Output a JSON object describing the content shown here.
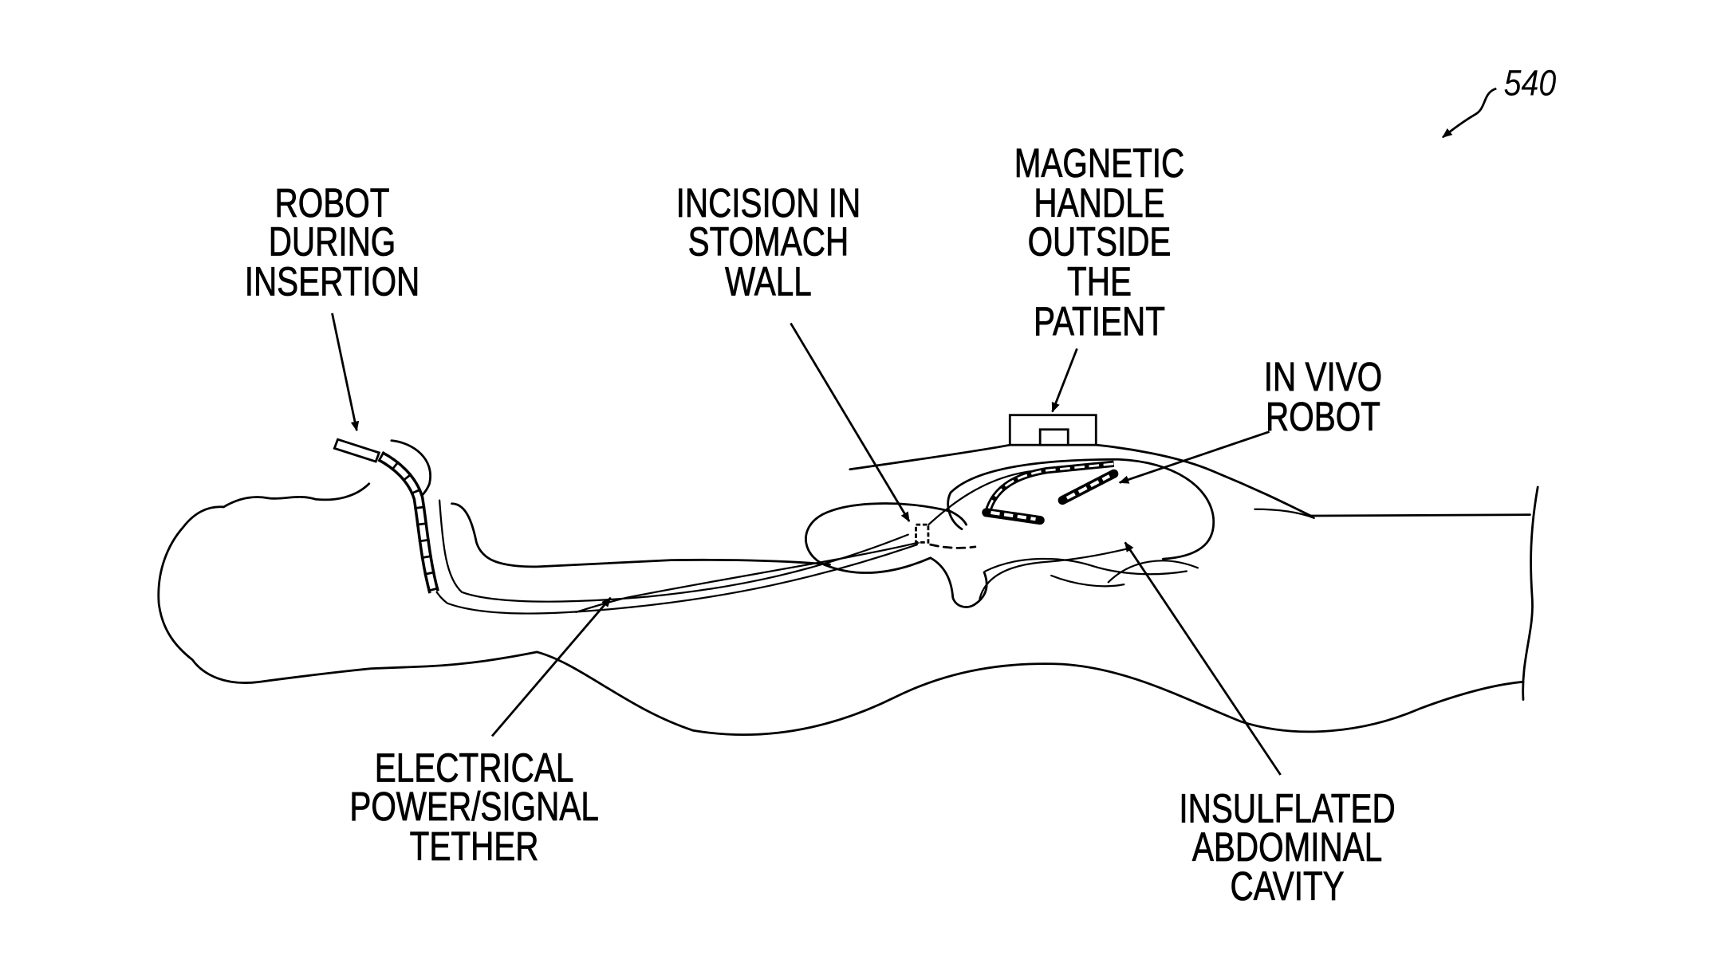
{
  "figure": {
    "number": "540"
  },
  "labels": {
    "robot_during_insertion": [
      "ROBOT",
      "DURING",
      "INSERTION"
    ],
    "incision_in_stomach_wall": [
      "INCISION IN",
      "STOMACH",
      "WALL"
    ],
    "magnetic_handle": [
      "MAGNETIC",
      "HANDLE",
      "OUTSIDE",
      "THE",
      "PATIENT"
    ],
    "in_vivo_robot": [
      "IN VIVO",
      "ROBOT"
    ],
    "tether": [
      "ELECTRICAL",
      "POWER/SIGNAL",
      "TETHER"
    ],
    "insufflated_cavity": [
      "INSULFLATED",
      "ABDOMINAL",
      "CAVITY"
    ]
  },
  "colors": {
    "ink": "#000000",
    "background": "#ffffff"
  }
}
